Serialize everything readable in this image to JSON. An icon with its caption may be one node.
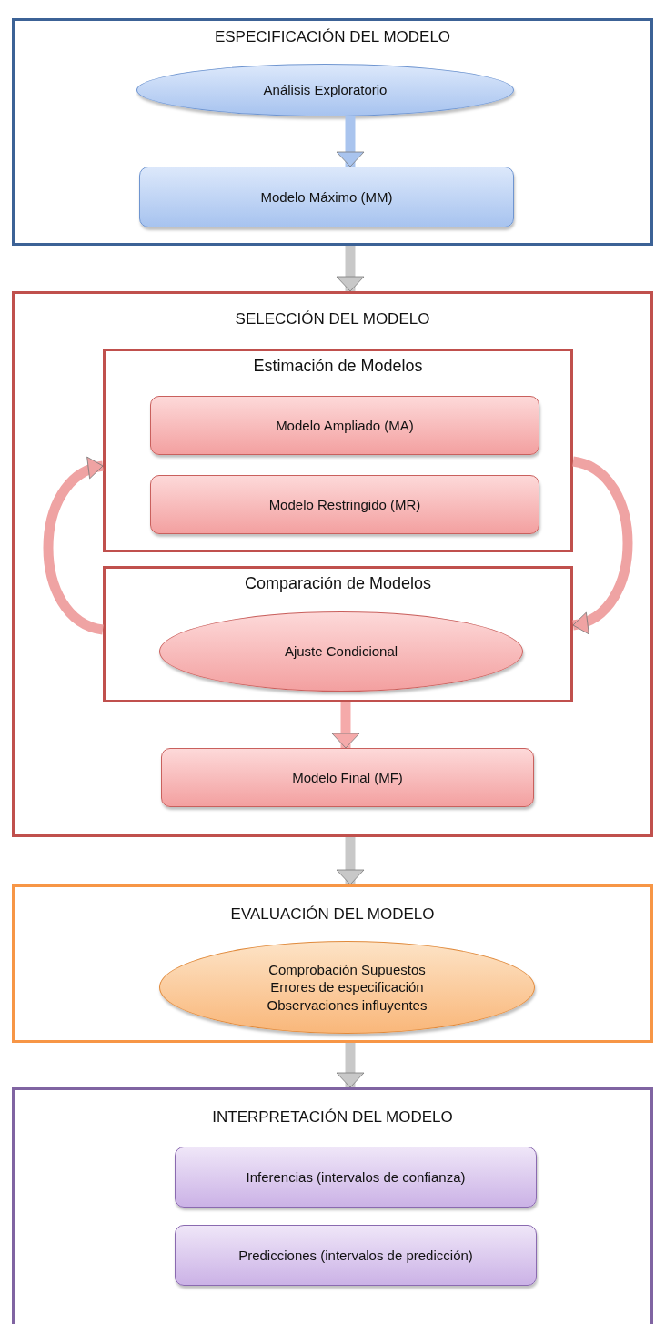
{
  "diagram": {
    "nodes": [
      {
        "text": [
          "ESPECIFICACIÓN DEL MODELO"
        ]
      },
      {
        "text": [
          "Análisis Exploratorio"
        ],
        "in": 0
      },
      {
        "text": [
          "Modelo Máximo (MM)"
        ],
        "in": 0
      },
      {
        "text": [
          "SELECCIÓN DEL MODELO"
        ]
      },
      {
        "text": [
          "Estimación de Modelos"
        ],
        "in": 3
      },
      {
        "text": [
          "Modelo Ampliado (MA)"
        ],
        "in": 4
      },
      {
        "text": [
          "Modelo Restringido (MR)"
        ],
        "in": 4
      },
      {
        "text": [
          "Comparación de Modelos"
        ],
        "in": 3
      },
      {
        "text": [
          "Ajuste Condicional"
        ],
        "in": 7
      },
      {
        "text": [
          "Modelo Final (MF)"
        ],
        "in": 3
      },
      {
        "text": [
          "EVALUACIÓN DEL MODELO"
        ]
      },
      {
        "text": [
          "Comprobación Supuestos",
          "Errores de especificación",
          "Observaciones influyentes"
        ],
        "in": 10
      },
      {
        "text": [
          "INTERPRETACIÓN DEL MODELO"
        ]
      },
      {
        "text": [
          "Inferencias (intervalos de confianza)"
        ],
        "in": 12
      },
      {
        "text": [
          "Predicciones (intervalos de predicción)"
        ],
        "in": 12
      }
    ],
    "edges": [
      {
        "from": 1,
        "to": 2,
        "arrow": "to",
        "color": "#a9c4ee"
      },
      {
        "from": 0,
        "to": 3,
        "arrow": "to",
        "color": "#c8c8c8"
      },
      {
        "from": 7,
        "to": 4,
        "arrow": "to",
        "color": "#efa3a3"
      },
      {
        "from": 4,
        "to": 7,
        "arrow": "to",
        "color": "#efa3a3"
      },
      {
        "from": 7,
        "to": 9,
        "arrow": "to",
        "color": "#f5aaaa"
      },
      {
        "from": 3,
        "to": 10,
        "arrow": "to",
        "color": "#c8c8c8"
      },
      {
        "from": 10,
        "to": 12,
        "arrow": "to",
        "color": "#c8c8c8"
      }
    ]
  }
}
